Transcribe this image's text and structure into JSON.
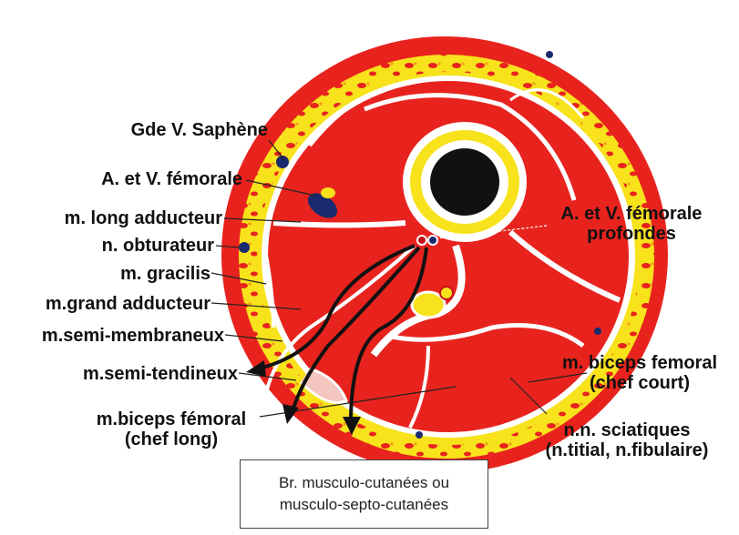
{
  "labels": {
    "saphene": "Gde V. Saphène",
    "femorale": "A. et V. fémorale",
    "long_adducteur": "m. long adducteur",
    "obturateur": "n. obturateur",
    "gracilis": "m. gracilis",
    "grand_adducteur": "m.grand adducteur",
    "semi_membraneux": "m.semi-membraneux",
    "semi_tendineux": "m.semi-tendineux",
    "biceps_long_line1": "m.biceps fémoral",
    "biceps_long_line2": "(chef long)",
    "femorale_prof_line1": "A. et V. fémorale",
    "femorale_prof_line2": "profondes",
    "biceps_court_line1": "m. biceps femoral",
    "biceps_court_line2": "(chef court)",
    "sciatiques_line1": "n.n. sciatiques",
    "sciatiques_line2": "(n.titial, n.fibulaire)"
  },
  "legend": {
    "line1": "Br. musculo-cutanées ou",
    "line2": "musculo-septo-cutanées"
  },
  "colors": {
    "muscle": "#e8231e",
    "fat": "#f7e21c",
    "fascia": "#ffffff",
    "bone_marrow": "#111111",
    "vessel": "#1a2a6e"
  }
}
